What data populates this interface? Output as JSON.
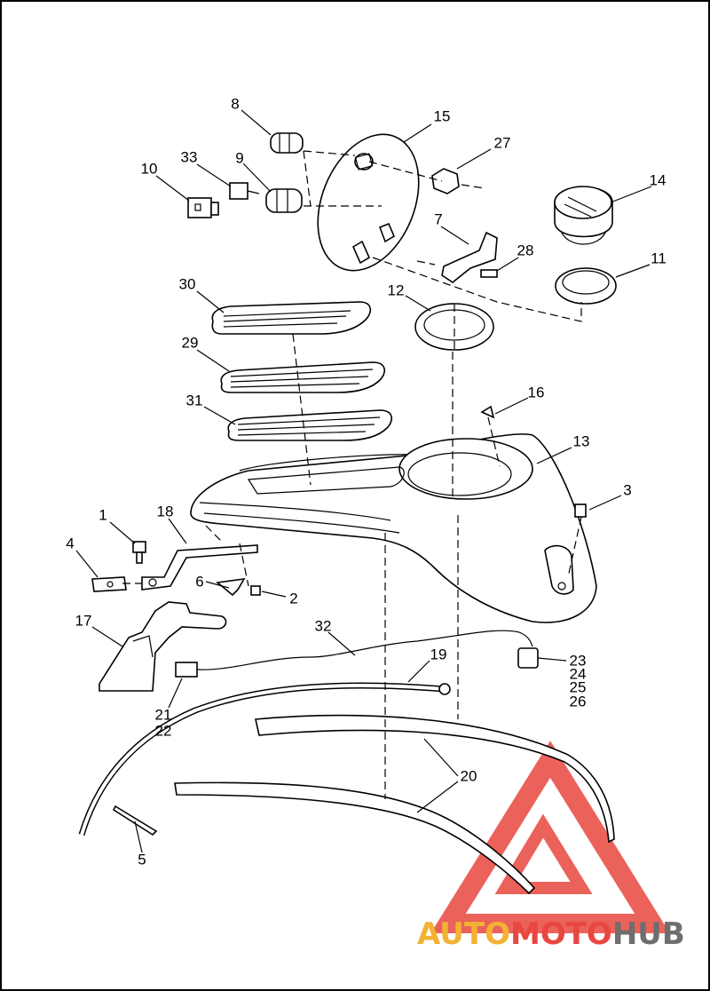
{
  "diagram": {
    "callouts": [
      {
        "id": "c1",
        "text": "1"
      },
      {
        "id": "c2",
        "text": "2"
      },
      {
        "id": "c3",
        "text": "3"
      },
      {
        "id": "c4",
        "text": "4"
      },
      {
        "id": "c5",
        "text": "5"
      },
      {
        "id": "c6",
        "text": "6"
      },
      {
        "id": "c7",
        "text": "7"
      },
      {
        "id": "c8",
        "text": "8"
      },
      {
        "id": "c9",
        "text": "9"
      },
      {
        "id": "c10",
        "text": "10"
      },
      {
        "id": "c11",
        "text": "11"
      },
      {
        "id": "c12",
        "text": "12"
      },
      {
        "id": "c13",
        "text": "13"
      },
      {
        "id": "c14",
        "text": "14"
      },
      {
        "id": "c15",
        "text": "15"
      },
      {
        "id": "c16",
        "text": "16"
      },
      {
        "id": "c17",
        "text": "17"
      },
      {
        "id": "c18",
        "text": "18"
      },
      {
        "id": "c19",
        "text": "19"
      },
      {
        "id": "c20",
        "text": "20"
      },
      {
        "id": "c21",
        "text": "21"
      },
      {
        "id": "c22",
        "text": "22"
      },
      {
        "id": "c23",
        "text": "23"
      },
      {
        "id": "c24",
        "text": "24"
      },
      {
        "id": "c25",
        "text": "25"
      },
      {
        "id": "c26",
        "text": "26"
      },
      {
        "id": "c27",
        "text": "27"
      },
      {
        "id": "c28",
        "text": "28"
      },
      {
        "id": "c29",
        "text": "29"
      },
      {
        "id": "c30",
        "text": "30"
      },
      {
        "id": "c31",
        "text": "31"
      },
      {
        "id": "c32",
        "text": "32"
      },
      {
        "id": "c33",
        "text": "33"
      }
    ]
  },
  "watermark": {
    "part1": "AUTO",
    "part2": "MOTO",
    "part3": "HUB",
    "colors": {
      "logo_red": "#e8473f",
      "auto_orange": "#f2b233",
      "moto_red": "#e8473f",
      "hub_gray": "#6e6e6e"
    }
  }
}
